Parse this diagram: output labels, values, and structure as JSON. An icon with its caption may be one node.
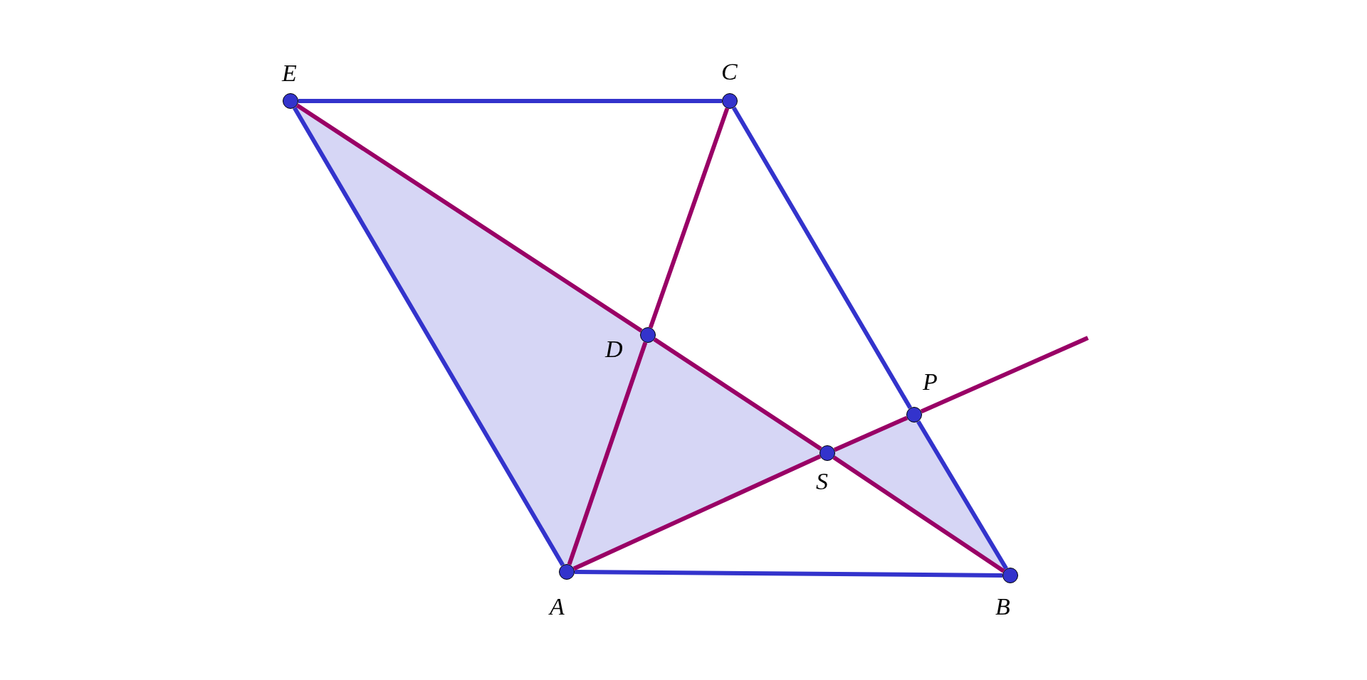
{
  "diagram": {
    "nodes": [
      {
        "text": [
          "E"
        ]
      },
      {
        "text": [
          "C"
        ]
      },
      {
        "text": [
          "D"
        ]
      },
      {
        "text": [
          "P"
        ]
      },
      {
        "text": [
          "S"
        ]
      },
      {
        "text": [
          "A"
        ]
      },
      {
        "text": [
          "B"
        ]
      }
    ],
    "edges": [
      {
        "from": 0,
        "to": 1,
        "arrow": "none",
        "color": "#3333cc"
      },
      {
        "from": 1,
        "to": 3,
        "arrow": "none",
        "color": "#3333cc"
      },
      {
        "from": 3,
        "to": 6,
        "arrow": "none",
        "color": "#3333cc"
      },
      {
        "from": 0,
        "to": 5,
        "arrow": "none",
        "color": "#3333cc"
      },
      {
        "from": 5,
        "to": 6,
        "arrow": "none",
        "color": "#3333cc"
      },
      {
        "from": 0,
        "to": 2,
        "arrow": "none"
      },
      {
        "from": 2,
        "to": 4,
        "arrow": "none"
      },
      {
        "from": 4,
        "to": 6,
        "arrow": "none"
      },
      {
        "from": 1,
        "to": 2,
        "arrow": "none"
      },
      {
        "from": 2,
        "to": 5,
        "arrow": "none"
      },
      {
        "from": 5,
        "to": 4,
        "arrow": "none"
      },
      {
        "from": 4,
        "to": 3,
        "arrow": "none"
      },
      {
        "from": 3,
        "to": null,
        "arrow": "none"
      }
    ]
  }
}
